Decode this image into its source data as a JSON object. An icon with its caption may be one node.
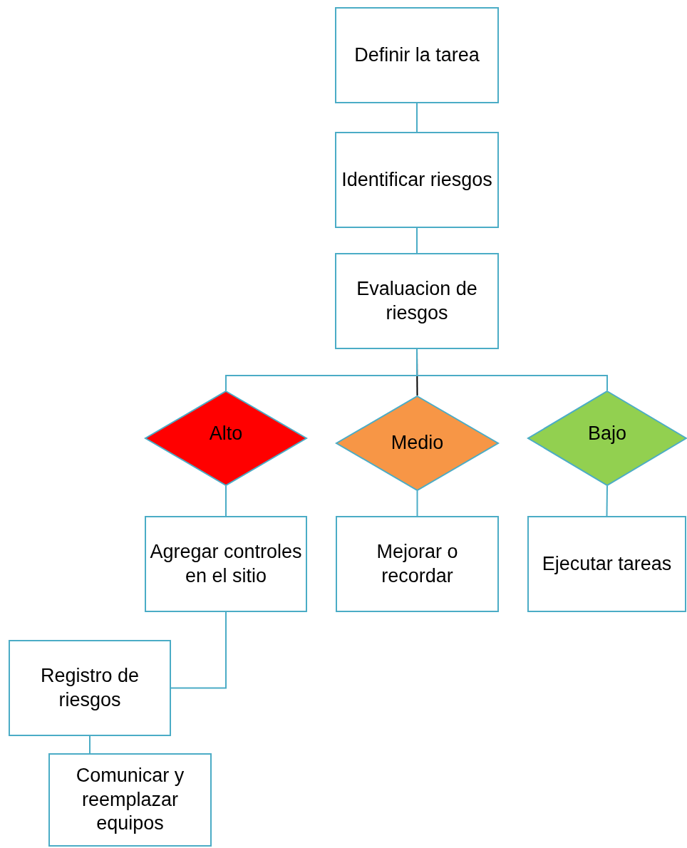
{
  "diagram": {
    "nodes": [
      {
        "text": [
          "Definir la tarea"
        ]
      },
      {
        "text": [
          "Identificar riesgos"
        ]
      },
      {
        "text": [
          "Evaluacion de riesgos"
        ]
      },
      {
        "text": [
          "Alto"
        ]
      },
      {
        "text": [
          "Medio"
        ]
      },
      {
        "text": [
          "Bajo"
        ]
      },
      {
        "text": [
          "Agregar controles en el sitio"
        ]
      },
      {
        "text": [
          "Mejorar o recordar"
        ]
      },
      {
        "text": [
          "Ejecutar tareas"
        ]
      },
      {
        "text": [
          "Registro de riesgos"
        ]
      },
      {
        "text": [
          "Comunicar y reemplazar equipos"
        ]
      }
    ],
    "edges": [
      {
        "from": 0,
        "to": 1,
        "arrow": "none"
      },
      {
        "from": 1,
        "to": 2,
        "arrow": "none"
      },
      {
        "from": 2,
        "to": 3,
        "arrow": "none"
      },
      {
        "from": 2,
        "to": 4,
        "arrow": "none",
        "color": "#000000"
      },
      {
        "from": 2,
        "to": 5,
        "arrow": "none"
      },
      {
        "from": 3,
        "to": 6,
        "arrow": "none"
      },
      {
        "from": 4,
        "to": 7,
        "arrow": "none"
      },
      {
        "from": 5,
        "to": 8,
        "arrow": "none"
      },
      {
        "from": 6,
        "to": 9,
        "arrow": "none"
      },
      {
        "from": 9,
        "to": 10,
        "arrow": "none"
      }
    ]
  }
}
